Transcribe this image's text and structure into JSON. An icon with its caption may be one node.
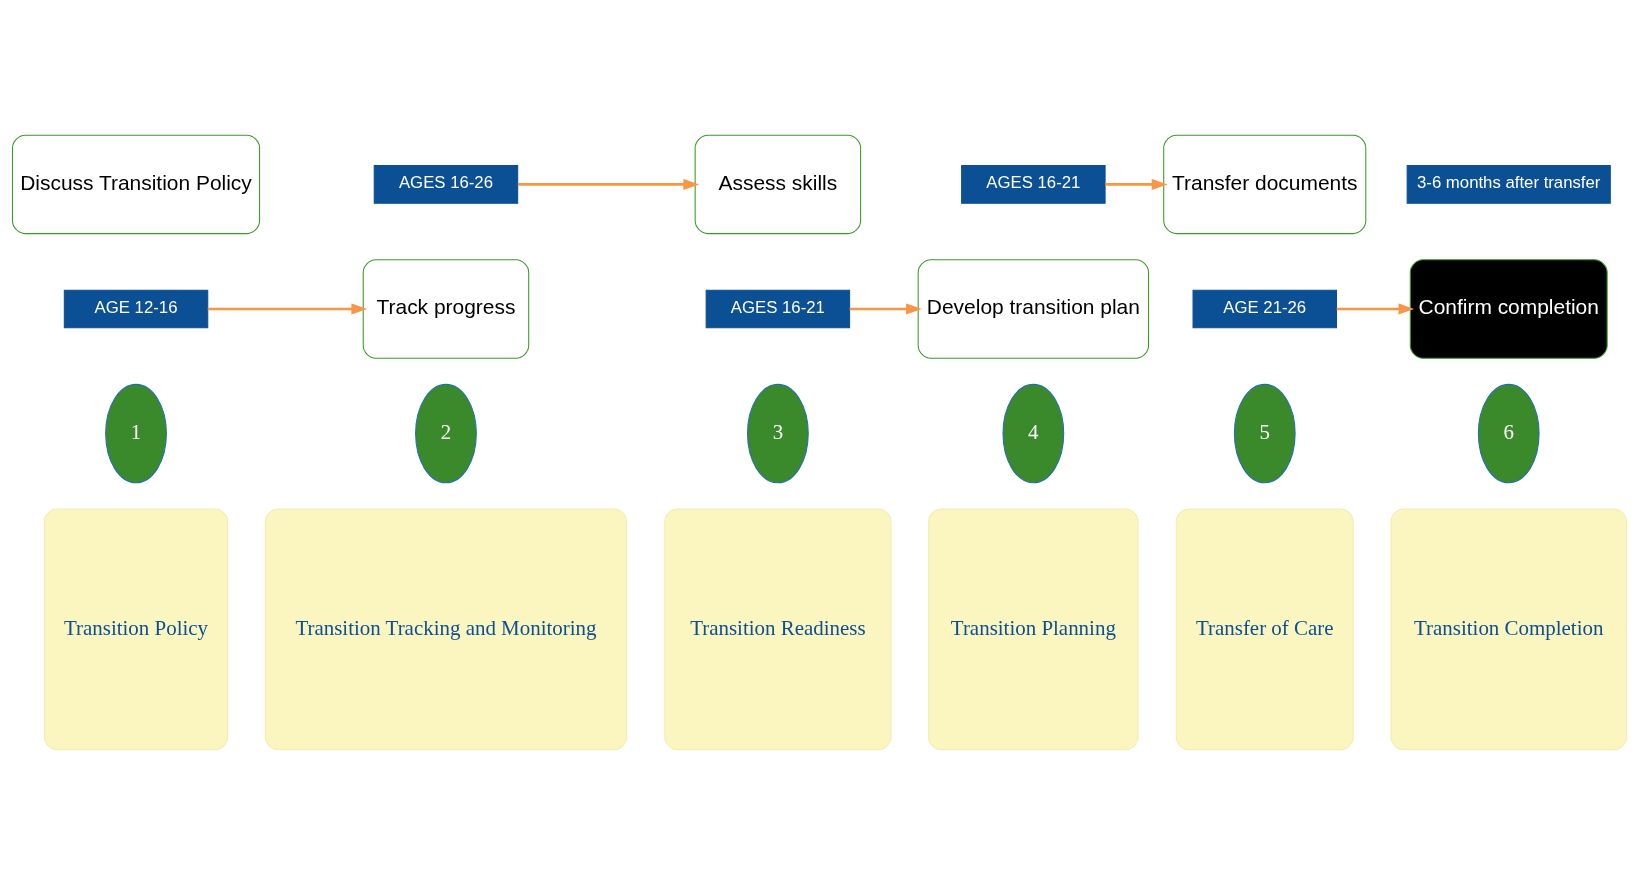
{
  "diagram": {
    "nodes": [
      {
        "text": [
          "Discuss Transition Policy"
        ]
      },
      {
        "text": [
          "AGE 12-16"
        ]
      },
      {
        "text": [
          "1"
        ]
      },
      {
        "text": [
          "Transition Policy"
        ]
      },
      {
        "text": [
          "Track progress"
        ]
      },
      {
        "text": [
          "AGES 16-26"
        ]
      },
      {
        "text": [
          "2"
        ]
      },
      {
        "text": [
          "Transition Tracking and Monitoring"
        ]
      },
      {
        "text": [
          "Assess skills"
        ]
      },
      {
        "text": [
          "AGES 16-21"
        ]
      },
      {
        "text": [
          "3"
        ]
      },
      {
        "text": [
          "Transition Readiness"
        ]
      },
      {
        "text": [
          "Develop transition plan"
        ]
      },
      {
        "text": [
          "AGES 16-21"
        ]
      },
      {
        "text": [
          "4"
        ]
      },
      {
        "text": [
          "Transition Planning"
        ]
      },
      {
        "text": [
          "Transfer documents"
        ]
      },
      {
        "text": [
          "AGE 21-26"
        ]
      },
      {
        "text": [
          "5"
        ]
      },
      {
        "text": [
          "Transfer of Care"
        ]
      },
      {
        "text": [
          "Confirm completion"
        ]
      },
      {
        "text": [
          "3-6 months after transfer"
        ]
      },
      {
        "text": [
          "6"
        ]
      },
      {
        "text": [
          "Transition Completion"
        ]
      }
    ],
    "edges": [
      {
        "from": 1,
        "to": 4,
        "arrow": "to"
      },
      {
        "from": 5,
        "to": 8,
        "arrow": "to"
      },
      {
        "from": 9,
        "to": 12,
        "arrow": "to"
      },
      {
        "from": 13,
        "to": 16,
        "arrow": "to"
      },
      {
        "from": 17,
        "to": 20,
        "arrow": "to"
      }
    ]
  }
}
